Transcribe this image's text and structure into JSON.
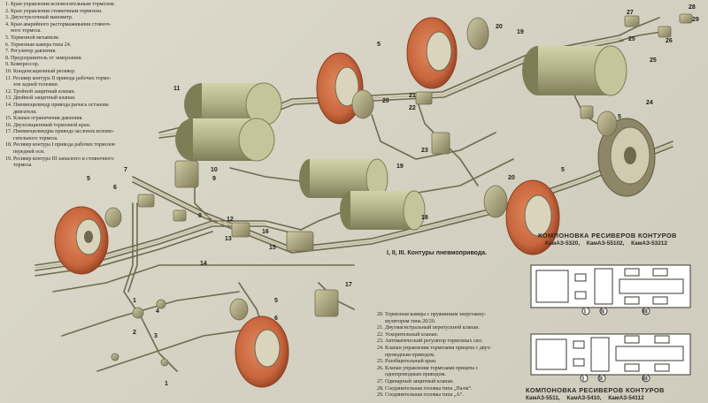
{
  "legend_left": [
    "1. Кран управления вспомогательным тормозом.",
    "2. Кран управления стояночным тормозом.",
    "3. Двухстрелочный манометр.",
    "4. Кран аварийного растормаживания стояноч-",
    "    ного тормоза.",
    "5. Тормозной механизм.",
    "6. Тормозная камера типа 24.",
    "7. Регулятор давления.",
    "8. Предохранитель от замерзания.",
    "9. Компрессор.",
    "10. Конденсационный ресивер.",
    "11. Ресивер контура II привода рабочих тормо-",
    "      зов задней тележки.",
    "12. Тройной защитный клапан.",
    "13. Двойной защитный клапан.",
    "14. Пневмоцилиндр привода рычага останова",
    "      двигателя.",
    "15. Клапан ограничения давления.",
    "16. Двухсекционный тормозной кран.",
    "17. Пневмоцилиндры привода заслонок вспомо-",
    "      гательного тормоза.",
    "18. Ресивер контура I привода рабочих тормозов",
    "      передней оси.",
    "19. Ресивер контура III запасного и стояночного",
    "      тормоза."
  ],
  "legend_bottom": [
    "20. Тормозная камера с пружинным энергоаккy-",
    "      мулятором типа 20/20.",
    "21. Двухмагистральный перепускной клапан.",
    "22. Ускорительный клапан.",
    "23. Автоматический регулятор тормозных сил.",
    "24. Клапан управления тормозами прицепа с двух-",
    "      проводным приводом.",
    "25. Разобщительный кран.",
    "26. Клапан управления тормозами прицепа с",
    "      однопроводным приводом.",
    "27. Одинарный защитный клапан.",
    "28. Соединительная головка типа „Палм“.",
    "29. Соединительная головка типа „А“."
  ],
  "caption": "I, II, III. Контуры пневмопривода.",
  "receiver_layout_top": {
    "title": "КОМПОНОВКА  РЕСИВЕРОВ  КОНТУРОВ",
    "models": "КамАЗ-5320, КамАЗ-55102, КамАЗ-53212"
  },
  "receiver_layout_bottom": {
    "title": "КОМПОНОВКА  РЕСИВЕРОВ  КОНТУРОВ",
    "models": "КамАЗ-5511, КамАЗ-5410, КамАЗ-54112"
  },
  "callouts": [
    "1",
    "1",
    "2",
    "3",
    "4",
    "5",
    "5",
    "5",
    "5",
    "5",
    "6",
    "6",
    "7",
    "8",
    "9",
    "10",
    "11",
    "12",
    "13",
    "14",
    "15",
    "16",
    "17",
    "18",
    "19",
    "19",
    "20",
    "20",
    "20",
    "21",
    "22",
    "23",
    "24",
    "25",
    "25",
    "26",
    "27",
    "28",
    "29"
  ],
  "roman_labels": [
    "I",
    "II",
    "III",
    "I",
    "II",
    "III"
  ],
  "colors": {
    "pipe": "#6f6a4f",
    "pipe_light": "#b3ad86",
    "tank": "#b4b38a",
    "tank_dark": "#8c8a63",
    "drum": "#c9663e",
    "drum_dark": "#9a4526",
    "chamber": "#a7a27a",
    "plan_fill": "#ffffff",
    "plan_line": "#3a3830"
  }
}
